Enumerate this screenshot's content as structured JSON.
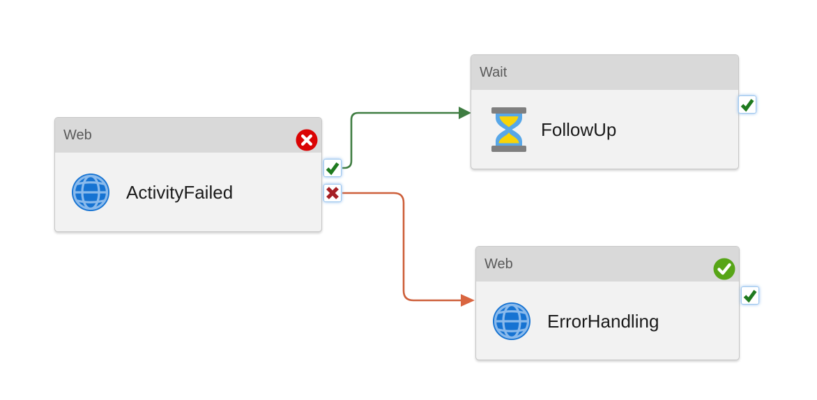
{
  "diagram": {
    "kind": "pipeline-activity-graph",
    "background": "#ffffff"
  },
  "colors": {
    "node_header_bg": "#d9d9d9",
    "node_body_bg": "#f2f2f2",
    "node_border": "#c6c6c6",
    "header_text": "#595959",
    "title_text": "#1a1a1a",
    "status_error": "#da0404",
    "status_success": "#57a517",
    "connector_success": "#3e7c41",
    "connector_failure": "#cd5f3a",
    "failure_arrow": "#d96540",
    "port_check_green": "#1e7a1e",
    "port_x_red": "#a62025",
    "badge_border_blue": "#9ec7ee",
    "globe_blue": "#1673d2",
    "globe_lines": "#8abaec",
    "hourglass_glass": "#58a7e8",
    "hourglass_sand": "#f8d408",
    "hourglass_caps": "#7f7f7f",
    "glyph_white": "#ffffff"
  },
  "nodes": [
    {
      "id": "activity-failed",
      "type_label": "Web",
      "name": "ActivityFailed",
      "icon": "globe-icon",
      "header_status": "failed",
      "header_status_icon": "error-circle-icon",
      "output_ports": [
        "success-check",
        "failure-x"
      ]
    },
    {
      "id": "follow-up",
      "type_label": "Wait",
      "name": "FollowUp",
      "icon": "hourglass-icon",
      "header_status": "none",
      "input_badge": "success-check"
    },
    {
      "id": "error-handling",
      "type_label": "Web",
      "name": "ErrorHandling",
      "icon": "globe-icon",
      "header_status": "succeeded",
      "header_status_icon": "success-circle-icon",
      "input_badge": "success-check"
    }
  ],
  "connectors": [
    {
      "id": "success-connector",
      "from": "ActivityFailed (on success port)",
      "to": "FollowUp",
      "style": "elbow-arrow",
      "color": "#3e7c41"
    },
    {
      "id": "failure-connector",
      "from": "ActivityFailed (on failure port)",
      "to": "ErrorHandling",
      "style": "elbow-arrow",
      "color": "#cd5f3a"
    }
  ]
}
